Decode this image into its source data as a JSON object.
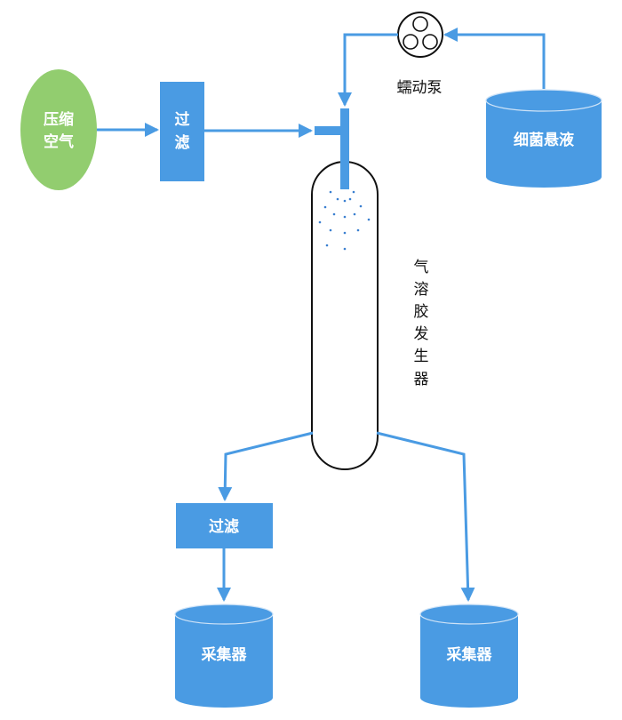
{
  "diagram": {
    "type": "process-flow",
    "colors": {
      "blue": "#4a9be3",
      "green": "#92cd6f",
      "line": "#4a9be3",
      "outline": "#111111"
    },
    "nodes": {
      "compressed_air": {
        "label_line1": "压缩",
        "label_line2": "空气",
        "shape": "ellipse"
      },
      "filter_top": {
        "label_line1": "过",
        "label_line2": "滤",
        "shape": "rectangle"
      },
      "pump": {
        "label": "蠕动泵",
        "shape": "peristaltic-pump-symbol"
      },
      "bacteria_suspension": {
        "label": "细菌悬液",
        "shape": "cylinder"
      },
      "aerosol_generator": {
        "label_chars": [
          "气",
          "溶",
          "胶",
          "发",
          "生",
          "器"
        ],
        "shape": "capsule"
      },
      "filter_bottom": {
        "label": "过滤",
        "shape": "rectangle"
      },
      "collector_left": {
        "label": "采集器",
        "shape": "cylinder"
      },
      "collector_right": {
        "label": "采集器",
        "shape": "cylinder"
      }
    },
    "edges": [
      {
        "from": "compressed_air",
        "to": "filter_top"
      },
      {
        "from": "filter_top",
        "to": "aerosol_generator"
      },
      {
        "from": "bacteria_suspension",
        "to": "pump"
      },
      {
        "from": "pump",
        "to": "aerosol_generator"
      },
      {
        "from": "aerosol_generator",
        "to": "filter_bottom"
      },
      {
        "from": "filter_bottom",
        "to": "collector_left"
      },
      {
        "from": "aerosol_generator",
        "to": "collector_right"
      }
    ]
  }
}
